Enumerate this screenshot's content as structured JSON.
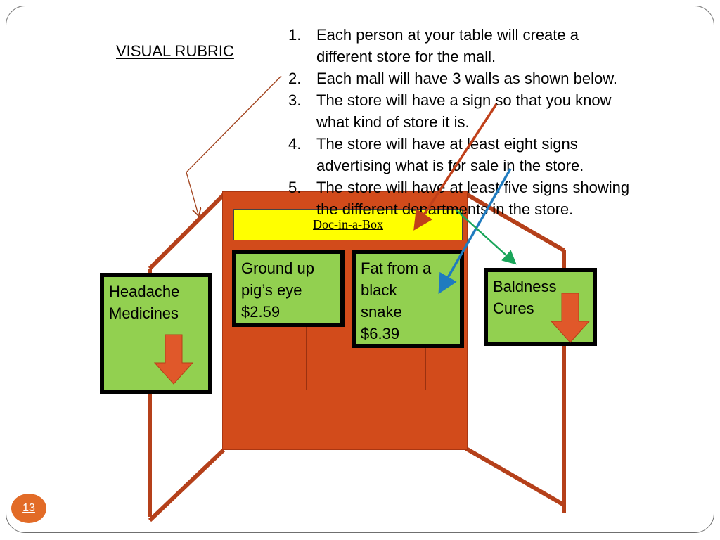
{
  "slide": {
    "title": "VISUAL RUBRIC",
    "rules": [
      {
        "num": "1.",
        "lines": [
          "Each person at your table will create a",
          "different store for the mall."
        ]
      },
      {
        "num": "2.",
        "lines": [
          "Each mall will have 3 walls as shown below."
        ]
      },
      {
        "num": "3.",
        "lines": [
          "The store will have a sign so that you know",
          "what kind of store it is."
        ]
      },
      {
        "num": "4.",
        "lines": [
          "The store will have at least eight signs",
          "advertising what is for sale in the store."
        ]
      },
      {
        "num": "5.",
        "lines": [
          "The store will have at least five signs showing",
          "the different departments in the store."
        ]
      }
    ],
    "store_sign": "Doc-in-a-Box",
    "signs": {
      "headache": [
        "Headache",
        "Medicines"
      ],
      "ground": [
        "Ground up",
        "pig’s eye",
        "$2.59"
      ],
      "fat": [
        "Fat from a",
        "black",
        "snake",
        "$6.39"
      ],
      "baldness": [
        "Baldness",
        "Cures"
      ]
    },
    "page_number": "13"
  },
  "colors": {
    "wall": "#d24b1b",
    "wall_pole": "#b5401a",
    "sign_green": "#92d050",
    "store_sign_yellow": "#ffff00",
    "arrow_red": "#c0401a",
    "arrow_blue": "#1f7bbf",
    "arrow_green": "#1aa55a",
    "down_arrow": "#e0582a",
    "badge": "#e26b27"
  }
}
